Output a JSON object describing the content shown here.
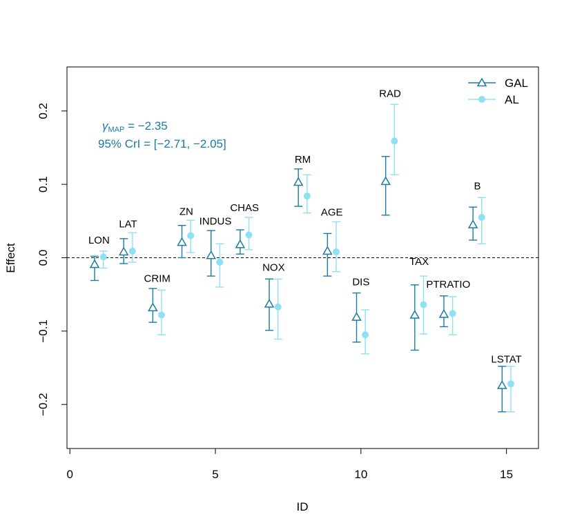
{
  "chart_data": {
    "type": "scatter",
    "xlabel": "ID",
    "ylabel": "Effect",
    "xlim": [
      -0.1,
      16.1
    ],
    "ylim": [
      -0.26,
      0.26
    ],
    "xticks": [
      0,
      5,
      10,
      15
    ],
    "yticks": [
      -0.2,
      -0.1,
      0.0,
      0.1,
      0.2
    ],
    "xtick_labels": [
      "0",
      "5",
      "10",
      "15"
    ],
    "ytick_labels": [
      "−0.2",
      "−0.1",
      "0.0",
      "0.1",
      "0.2"
    ],
    "reference_line": 0.0,
    "legend_position": "top-right",
    "annotation": {
      "line1_symbol": "γ",
      "line1_subscript": "MAP",
      "line1_rest": " = −2.35",
      "line2": "95% CrI = [−2.71, −2.05]",
      "color": "#1a7aa3"
    },
    "categories": [
      "LON",
      "LAT",
      "CRIM",
      "ZN",
      "INDUS",
      "CHAS",
      "NOX",
      "RM",
      "AGE",
      "DIS",
      "RAD",
      "TAX",
      "PTRATIO",
      "B",
      "LSTAT"
    ],
    "label_positions": [
      {
        "label": "LON",
        "y": 0.024
      },
      {
        "label": "LAT",
        "y": 0.046
      },
      {
        "label": "CRIM",
        "y": -0.028
      },
      {
        "label": "ZN",
        "y": 0.063
      },
      {
        "label": "INDUS",
        "y": 0.05
      },
      {
        "label": "CHAS",
        "y": 0.068
      },
      {
        "label": "NOX",
        "y": -0.013
      },
      {
        "label": "RM",
        "y": 0.134
      },
      {
        "label": "AGE",
        "y": 0.062
      },
      {
        "label": "DIS",
        "y": -0.033
      },
      {
        "label": "RAD",
        "y": 0.224
      },
      {
        "label": "TAX",
        "y": -0.005
      },
      {
        "label": "PTRATIO",
        "y": -0.036
      },
      {
        "label": "B",
        "y": 0.098
      },
      {
        "label": "LSTAT",
        "y": -0.138
      }
    ],
    "series": [
      {
        "name": "GAL",
        "color": "#1a7aa3",
        "marker": "triangle-open",
        "points": [
          {
            "x": 0.85,
            "y": -0.009,
            "lo": -0.031,
            "hi": 0.002
          },
          {
            "x": 1.85,
            "y": 0.008,
            "lo": -0.008,
            "hi": 0.026
          },
          {
            "x": 2.85,
            "y": -0.068,
            "lo": -0.088,
            "hi": -0.042
          },
          {
            "x": 3.85,
            "y": 0.021,
            "lo": 0.0,
            "hi": 0.044
          },
          {
            "x": 4.85,
            "y": 0.003,
            "lo": -0.025,
            "hi": 0.037
          },
          {
            "x": 5.85,
            "y": 0.018,
            "lo": 0.005,
            "hi": 0.038
          },
          {
            "x": 6.85,
            "y": -0.063,
            "lo": -0.099,
            "hi": -0.029
          },
          {
            "x": 7.85,
            "y": 0.103,
            "lo": 0.07,
            "hi": 0.121
          },
          {
            "x": 8.85,
            "y": 0.009,
            "lo": -0.025,
            "hi": 0.033
          },
          {
            "x": 9.85,
            "y": -0.081,
            "lo": -0.115,
            "hi": -0.048
          },
          {
            "x": 10.85,
            "y": 0.104,
            "lo": 0.058,
            "hi": 0.138
          },
          {
            "x": 11.85,
            "y": -0.078,
            "lo": -0.126,
            "hi": -0.037
          },
          {
            "x": 12.85,
            "y": -0.077,
            "lo": -0.094,
            "hi": -0.052
          },
          {
            "x": 13.85,
            "y": 0.045,
            "lo": 0.024,
            "hi": 0.069
          },
          {
            "x": 14.85,
            "y": -0.174,
            "lo": -0.21,
            "hi": -0.148
          }
        ]
      },
      {
        "name": "AL",
        "color": "#8ee0f2",
        "marker": "circle-filled",
        "points": [
          {
            "x": 1.15,
            "y": 0.001,
            "lo": -0.014,
            "hi": 0.009
          },
          {
            "x": 2.15,
            "y": 0.009,
            "lo": -0.006,
            "hi": 0.034
          },
          {
            "x": 3.15,
            "y": -0.078,
            "lo": -0.105,
            "hi": -0.044
          },
          {
            "x": 4.15,
            "y": 0.03,
            "lo": 0.007,
            "hi": 0.051
          },
          {
            "x": 5.15,
            "y": -0.006,
            "lo": -0.04,
            "hi": 0.019
          },
          {
            "x": 6.15,
            "y": 0.031,
            "lo": 0.011,
            "hi": 0.055
          },
          {
            "x": 7.15,
            "y": -0.067,
            "lo": -0.111,
            "hi": -0.029
          },
          {
            "x": 8.15,
            "y": 0.084,
            "lo": 0.061,
            "hi": 0.113
          },
          {
            "x": 9.15,
            "y": 0.008,
            "lo": -0.019,
            "hi": 0.049
          },
          {
            "x": 10.15,
            "y": -0.105,
            "lo": -0.131,
            "hi": -0.071
          },
          {
            "x": 11.15,
            "y": 0.159,
            "lo": 0.113,
            "hi": 0.209
          },
          {
            "x": 12.15,
            "y": -0.064,
            "lo": -0.104,
            "hi": -0.025
          },
          {
            "x": 13.15,
            "y": -0.076,
            "lo": -0.105,
            "hi": -0.053
          },
          {
            "x": 14.15,
            "y": 0.055,
            "lo": 0.019,
            "hi": 0.082
          },
          {
            "x": 15.15,
            "y": -0.172,
            "lo": -0.21,
            "hi": -0.148
          }
        ]
      }
    ]
  }
}
